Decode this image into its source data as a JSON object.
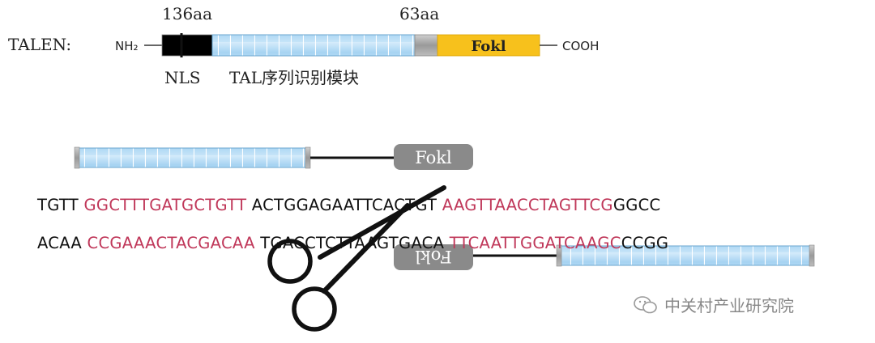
{
  "talen": {
    "label": "TALEN:",
    "n_terminus": "NH₂",
    "c_terminus": "COOH",
    "length_left": "136aa",
    "length_right": "63aa",
    "domain_fokl": "Fokl",
    "nls_label": "NLS",
    "tal_label": "TAL序列识别模块"
  },
  "dna": {
    "top_strand": [
      {
        "text": "TGTT ",
        "highlight": false
      },
      {
        "text": "GGCTTTGATGCTGTT",
        "highlight": true
      },
      {
        "text": " ACTGGAGAATTCACTGT ",
        "highlight": false
      },
      {
        "text": "AAGTTAACCTAGTTCG",
        "highlight": true
      },
      {
        "text": "GGCC",
        "highlight": false
      }
    ],
    "bottom_strand": [
      {
        "text": "ACAA ",
        "highlight": false
      },
      {
        "text": "CCGAAACTACGACAA",
        "highlight": true
      },
      {
        "text": " TGACCTCTTAAGTGACA ",
        "highlight": false
      },
      {
        "text": "TTCAATTGGATCAAGC",
        "highlight": true
      },
      {
        "text": "CCGG",
        "highlight": false
      }
    ]
  },
  "fokl_top": "Fokl",
  "fokl_bottom": "Fokl",
  "watermark": "中关村产业研究院",
  "colors": {
    "tal_blue": "#a9d4f0",
    "tal_blue_border": "#6aa6cf",
    "fokl_yellow": "#f7c11c",
    "gray_domain": "#a9a9a9",
    "fokl_box_gray": "#8a8a8a",
    "highlight_red": "#c0385a"
  }
}
